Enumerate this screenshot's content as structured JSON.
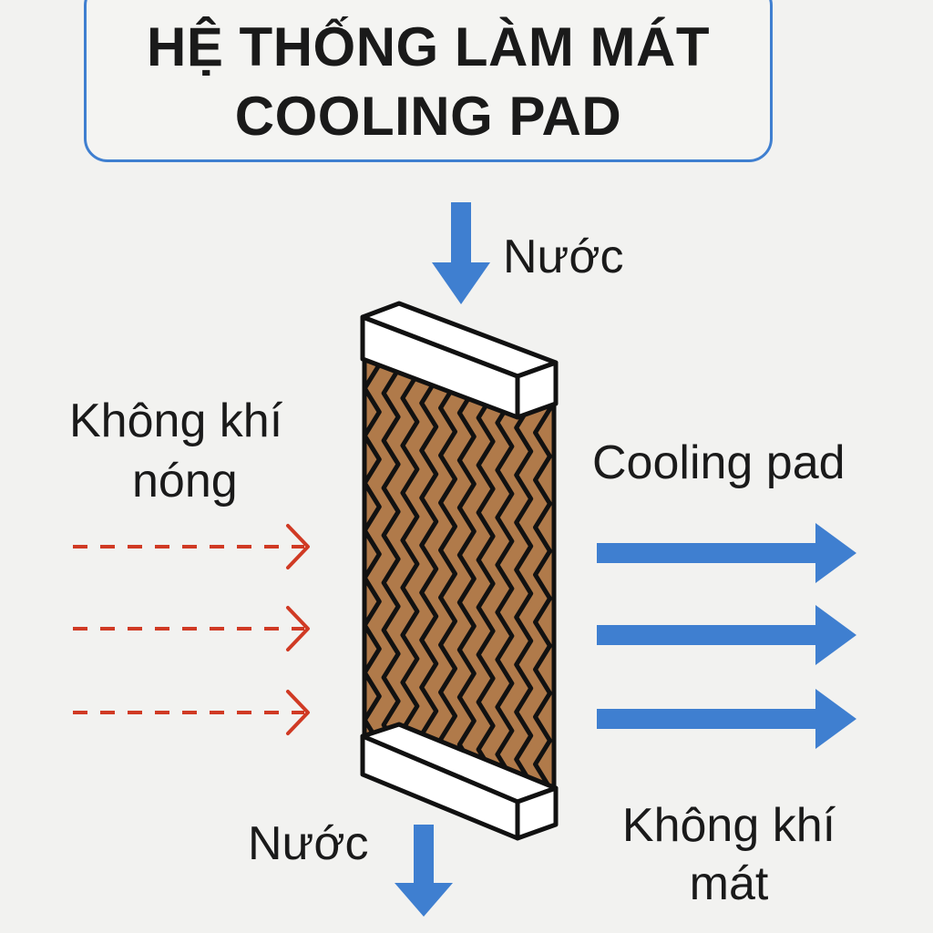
{
  "title": {
    "line1": "HỆ THỐNG LÀM MÁT",
    "line2": "COOLING PAD"
  },
  "labels": {
    "water_in": "Nước",
    "water_out": "Nước",
    "hot_air_line1": "Không khí",
    "hot_air_line2": "nóng",
    "cooling_pad": "Cooling pad",
    "cool_air_line1": "Không khí",
    "cool_air_line2": "mát"
  },
  "colors": {
    "title_border": "#3f7fd0",
    "water_arrow": "#3f7fd0",
    "hot_air_arrow": "#d03a24",
    "cool_air_arrow": "#3f7fd0",
    "pad_fill": "#b07a4a",
    "frame_fill": "#ffffff",
    "outline": "#111111"
  }
}
